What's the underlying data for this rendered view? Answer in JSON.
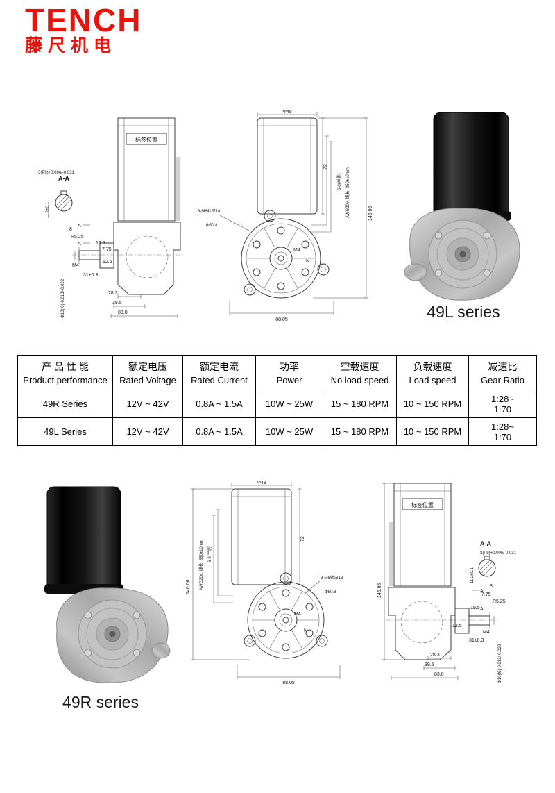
{
  "logo": {
    "name": "TENCH",
    "cn": "藤尺机电",
    "color": "#e8130c"
  },
  "series": {
    "l": "49L series",
    "r": "49R series"
  },
  "dims": {
    "label_pos": "标签位置",
    "aa": "A-A",
    "a": "A",
    "pin": "3(P9)+0.006/-0.031",
    "d112": "11.2±0.1",
    "d8": "8",
    "d775": "7.75",
    "r525": "R5.25",
    "d195": "19.5",
    "d125": "12.5",
    "m4": "M4",
    "d31": "31±0.3",
    "shaft": "Φ10(f6)-0.013/-0.022",
    "d283": "28.3",
    "d395": "39.5",
    "d838": "83.8",
    "d49": "Φ49",
    "d72": "72",
    "d14606": "146.06",
    "m6": "3-M6丝深18",
    "d508": "Φ50.8",
    "d8805": "88.05",
    "wire_spec": "AWG20#, 线长: 350±10mm",
    "wire_strip": "6-8(半剥)",
    "n": "N"
  },
  "table": {
    "headers": [
      {
        "cn": "产 品 性 能",
        "en": "Product performance"
      },
      {
        "cn": "额定电压",
        "en": "Rated Voltage"
      },
      {
        "cn": "额定电流",
        "en": "Rated Current"
      },
      {
        "cn": "功率",
        "en": "Power"
      },
      {
        "cn": "空载速度",
        "en": "No load speed"
      },
      {
        "cn": "负载速度",
        "en": "Load speed"
      },
      {
        "cn": "减速比",
        "en": "Gear Ratio"
      }
    ],
    "rows": [
      [
        "49R Series",
        "12V ~ 42V",
        "0.8A ~ 1.5A",
        "10W ~ 25W",
        "15 ~ 180 RPM",
        "10 ~ 150 RPM",
        "1:28~\n1:70"
      ],
      [
        "49L Series",
        "12V ~ 42V",
        "0.8A ~ 1.5A",
        "10W ~ 25W",
        "15 ~ 180 RPM",
        "10 ~ 150 RPM",
        "1:28~\n1:70"
      ]
    ]
  }
}
